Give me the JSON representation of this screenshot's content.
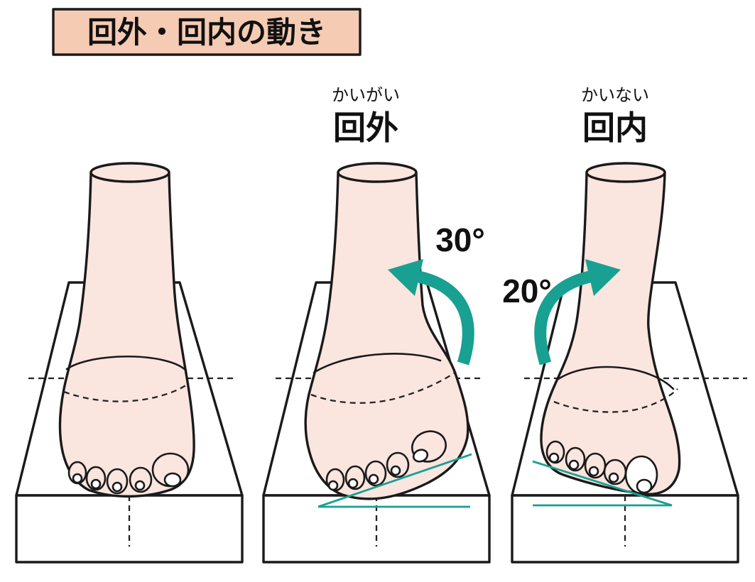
{
  "title": "回外・回内の動き",
  "figures": [
    {
      "id": "neutral-foot",
      "furigana": "",
      "label": "",
      "angle": ""
    },
    {
      "id": "supination",
      "furigana": "かいがい",
      "label": "回外",
      "angle": "30°"
    },
    {
      "id": "pronation",
      "furigana": "かいない",
      "label": "回内",
      "angle": "20°"
    }
  ],
  "colors": {
    "title_box_bg": "#F6CBB3",
    "outline": "#1A1A1A",
    "skin": "#FBE5DF",
    "nail": "#FFFFFF",
    "arrow_teal": "#18A092",
    "dash_gray": "#222222"
  }
}
